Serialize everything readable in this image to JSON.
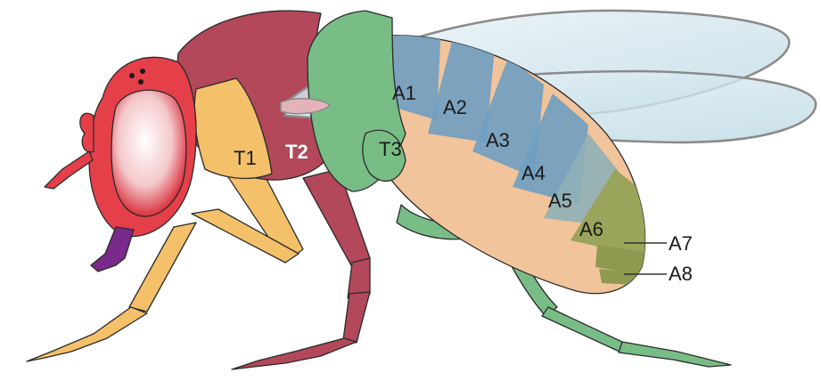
{
  "segments": {
    "thorax": [
      {
        "id": "T1",
        "label": "T1"
      },
      {
        "id": "T2",
        "label": "T2"
      },
      {
        "id": "T3",
        "label": "T3"
      }
    ],
    "abdomen": [
      {
        "id": "A1",
        "label": "A1"
      },
      {
        "id": "A2",
        "label": "A2"
      },
      {
        "id": "A3",
        "label": "A3"
      },
      {
        "id": "A4",
        "label": "A4"
      },
      {
        "id": "A5",
        "label": "A5"
      },
      {
        "id": "A6",
        "label": "A6"
      },
      {
        "id": "A7",
        "label": "A7"
      },
      {
        "id": "A8",
        "label": "A8"
      }
    ]
  },
  "colors": {
    "head": "#e5404a",
    "eye": "#d9323f",
    "proboscis": "#7a2a8a",
    "t1": "#f4c06a",
    "t2": "#b2485a",
    "t3": "#79bd86",
    "abdomen_base": "#f2c49b",
    "abdomen_blue": "#6f9fc2",
    "abdomen_olive": "#9aa45a",
    "wing": "#d8ebf1"
  }
}
